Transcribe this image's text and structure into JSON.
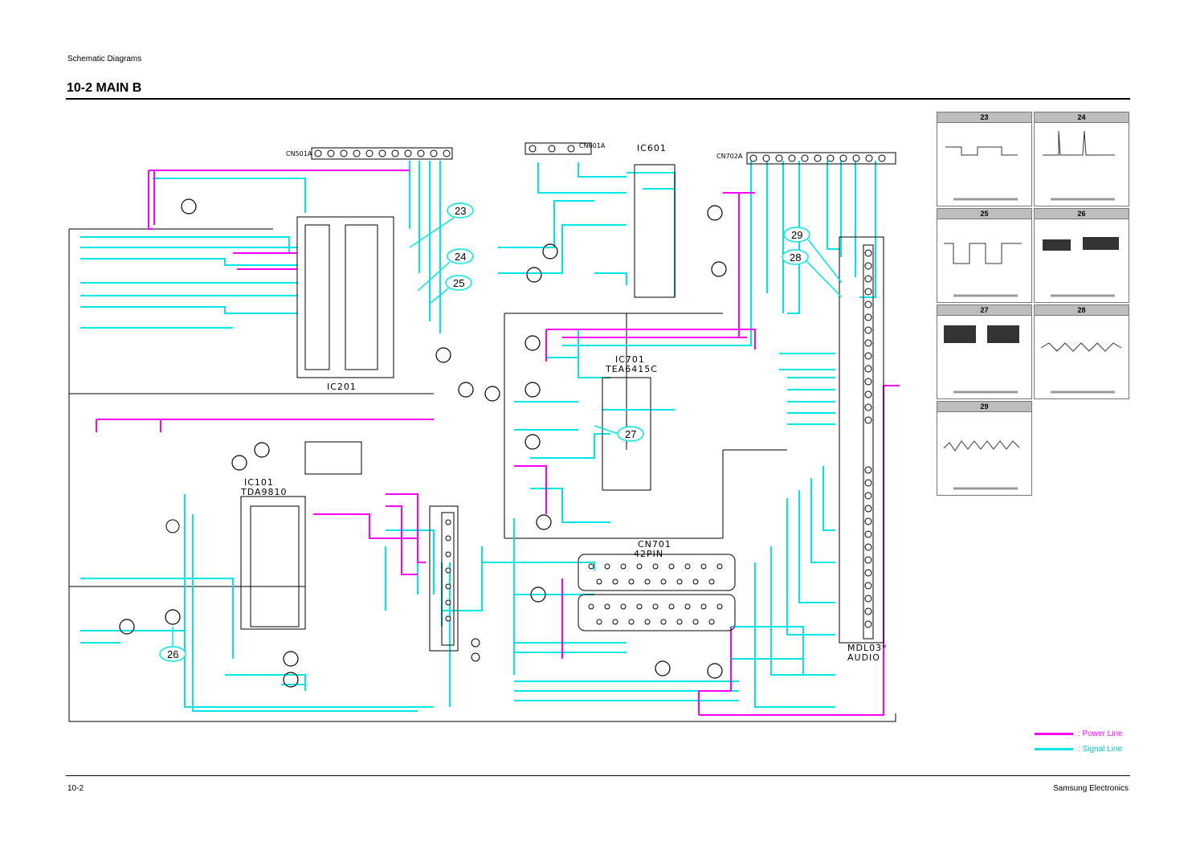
{
  "header": {
    "section": "Schematic Diagrams",
    "title": "10-2 MAIN B"
  },
  "footer": {
    "page": "10-2",
    "company": "Samsung Electronics"
  },
  "schematic": {
    "connectors": [
      "CN501A",
      "CN601A",
      "CN702A",
      "CN701",
      "42PIN",
      "MDL03*",
      "AUDIO"
    ],
    "ics": [
      {
        "ref": "IC601"
      },
      {
        "ref": "IC201"
      },
      {
        "ref": "IC701",
        "part": "TEA6415C"
      },
      {
        "ref": "IC101",
        "part": "TDA9810"
      }
    ],
    "markers": [
      "23",
      "24",
      "25",
      "26",
      "27",
      "28",
      "29"
    ]
  },
  "waveforms": [
    "23",
    "24",
    "25",
    "26",
    "27",
    "28",
    "29"
  ],
  "legend": {
    "power": {
      "label": ": Power Line",
      "color": "#ff00ff"
    },
    "signal": {
      "label": ": Signal Line",
      "color": "#00e5e5"
    }
  }
}
